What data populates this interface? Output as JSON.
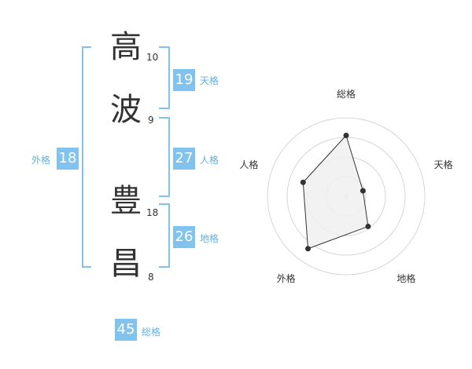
{
  "name": {
    "characters": [
      {
        "char": "高",
        "strokes": "10"
      },
      {
        "char": "波",
        "strokes": "9"
      },
      {
        "char": "豊",
        "strokes": "18"
      },
      {
        "char": "昌",
        "strokes": "8"
      }
    ]
  },
  "fortune": {
    "tenkaku": {
      "value": "19",
      "label": "天格"
    },
    "jinkaku": {
      "value": "27",
      "label": "人格"
    },
    "chikaku": {
      "value": "26",
      "label": "地格"
    },
    "gaikaku": {
      "value": "18",
      "label": "外格"
    },
    "soukaku": {
      "value": "45",
      "label": "総格"
    }
  },
  "radar": {
    "axes": [
      "総格",
      "天格",
      "地格",
      "外格",
      "人格"
    ],
    "levels": 4,
    "max": 4,
    "values": [
      3.1,
      0.9,
      1.9,
      3.3,
      2.3
    ],
    "colors": {
      "fill": "#f0f0f0",
      "line": "#333333",
      "grid": "#d6d6d6",
      "center": "#cccccc"
    }
  }
}
